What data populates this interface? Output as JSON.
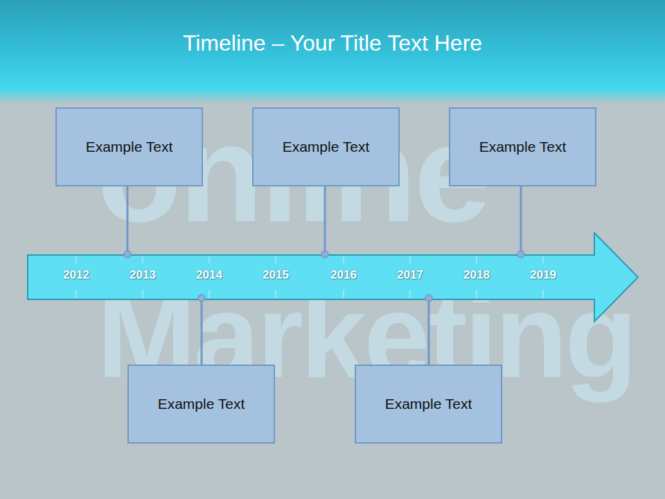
{
  "diagram": {
    "title": "Timeline – Your Title Text Here",
    "nodes": [
      {
        "text": [
          "Example Text"
        ]
      },
      {
        "text": [
          "Example Text"
        ]
      },
      {
        "text": [
          "Example Text"
        ]
      },
      {
        "text": [
          "Example Text"
        ]
      },
      {
        "text": [
          "Example Text"
        ]
      }
    ],
    "labels": [
      "2012",
      "2013",
      "2014",
      "2015",
      "2016",
      "2017",
      "2018",
      "2019",
      "online",
      "Marketing"
    ]
  }
}
